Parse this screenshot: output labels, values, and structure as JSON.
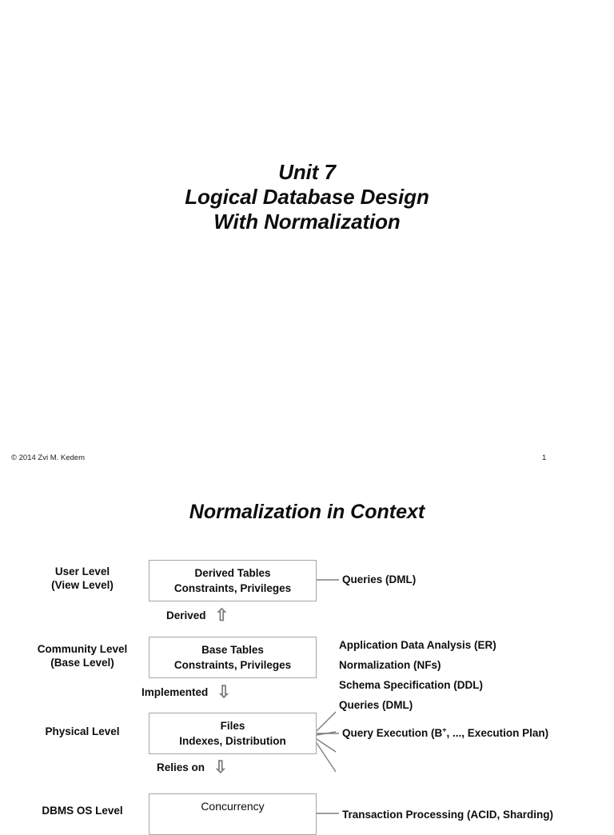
{
  "slide1": {
    "title_lines": [
      "Unit 7",
      "Logical Database Design",
      "With Normalization"
    ],
    "footer": {
      "copyright": "©  2014 Zvi M. Kedem",
      "page_number": "1"
    }
  },
  "slide2": {
    "title": "Normalization in Context",
    "tiers": [
      {
        "name": "User Level",
        "sub": "(View Level)"
      },
      {
        "name": "Community Level",
        "sub": "(Base Level)"
      },
      {
        "name": "Physical Level",
        "sub": ""
      },
      {
        "name": "DBMS OS Level",
        "sub": ""
      }
    ],
    "boxes": [
      {
        "line1": "Derived Tables",
        "line2": "Constraints, Privileges"
      },
      {
        "line1": "Base Tables",
        "line2": "Constraints, Privileges"
      },
      {
        "line1": "Files",
        "line2": "Indexes, Distribution"
      },
      {
        "line1": "Concurrency",
        "line2": ""
      }
    ],
    "relations": [
      {
        "label": "Derived",
        "arrow": "⇧",
        "direction": "up"
      },
      {
        "label": "Implemented",
        "arrow": "⇩",
        "direction": "down"
      },
      {
        "label": "Relies on",
        "arrow": "⇩",
        "direction": "down"
      }
    ],
    "annotations": {
      "user_level": [
        "Queries (DML)"
      ],
      "community_level": [
        "Application Data Analysis (ER)",
        "Normalization (NFs)",
        "Schema Specification (DDL)",
        "Queries (DML)"
      ],
      "physical_level_prefix": "Query Execution (B",
      "physical_level_sup": "+",
      "physical_level_suffix": ", ..., Execution Plan)",
      "dbms_os_level": [
        "Transaction Processing (ACID, Sharding)"
      ]
    },
    "colors": {
      "text": "#0d0d0d",
      "box_border": "#a6a6a6",
      "connector": "#7f7f7f",
      "background": "#ffffff"
    }
  }
}
